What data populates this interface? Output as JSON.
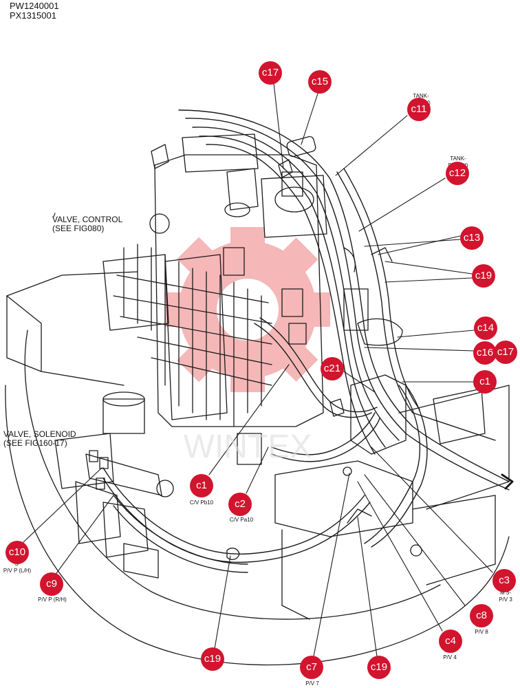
{
  "header": {
    "line1": "PW1240001",
    "line2": "PX1315001"
  },
  "labels": {
    "valve_control_l1": "VALVE, CONTROL",
    "valve_control_l2": "(SEE FIG080)",
    "valve_solenoid_l1": "VALVE, SOLENOID",
    "valve_solenoid_l2": "(SEE FIG160-17)",
    "tank_a_l1": "TANK-",
    "tank_a_l2": "P/ (L/H)",
    "tank_b_l1": "TANK-",
    "tank_b_l2": "P/ (R/H)",
    "cv_pb10": "C/V Pb10",
    "cv_pa10": "C/V Pa10",
    "c10_l1": "S",
    "c10_l2": "P/V P (L/H)",
    "c9_l1": "S",
    "c9_l2": "P/V P (R/H)",
    "c3_l1": "M 3-",
    "c3_l2": "P/V 3",
    "c8_l1": "M 8-",
    "c8_l2": "P/V 8",
    "c4_l1": "M 4-",
    "c4_l2": "P/V 4",
    "c7_l1": "M 7-",
    "c7_l2": "P/V 7"
  },
  "watermark": "WINTEX",
  "callouts": {
    "c17_top": "c17",
    "c15": "c15",
    "c11": "c11",
    "c12": "c12",
    "c13": "c13",
    "c19_right": "c19",
    "c14": "c14",
    "c16": "c16",
    "c17_right": "c17",
    "c1_right": "c1",
    "c21": "c21",
    "c1_left": "c1",
    "c2": "c2",
    "c10": "c10",
    "c9": "c9",
    "c3": "c3",
    "c8": "c8",
    "c4": "c4",
    "c19_bottom_left": "c19",
    "c7": "c7",
    "c19_bottom_mid": "c19"
  },
  "colors": {
    "callout": "#d2142e",
    "watermark": "#f2a0a0",
    "line": "#1a1a1a"
  }
}
